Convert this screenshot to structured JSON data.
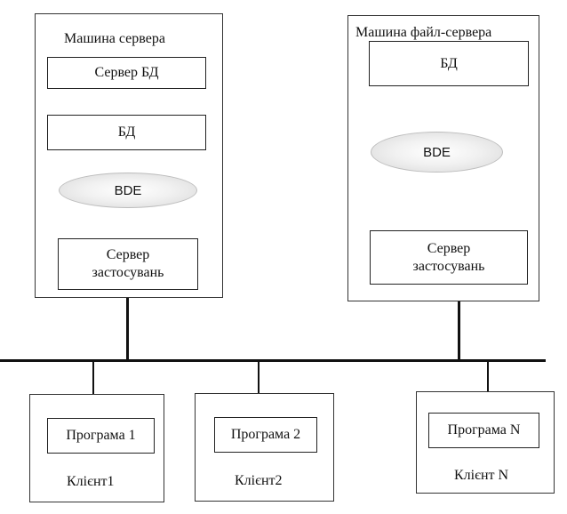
{
  "server_machine": {
    "title": "Машина сервера",
    "db_server": "Сервер БД",
    "db": "БД",
    "bde": "BDE",
    "app_server": "Сервер\nзастосувань"
  },
  "file_server_machine": {
    "title": "Машина файл-сервера",
    "db": "БД",
    "bde": "BDE",
    "app_server": "Сервер\nзастосувань"
  },
  "clients": [
    {
      "program": "Програма 1",
      "name": "Клієнт1"
    },
    {
      "program": "Програма 2",
      "name": "Клієнт2"
    },
    {
      "program": "Програма N",
      "name": "Клієнт N"
    }
  ]
}
